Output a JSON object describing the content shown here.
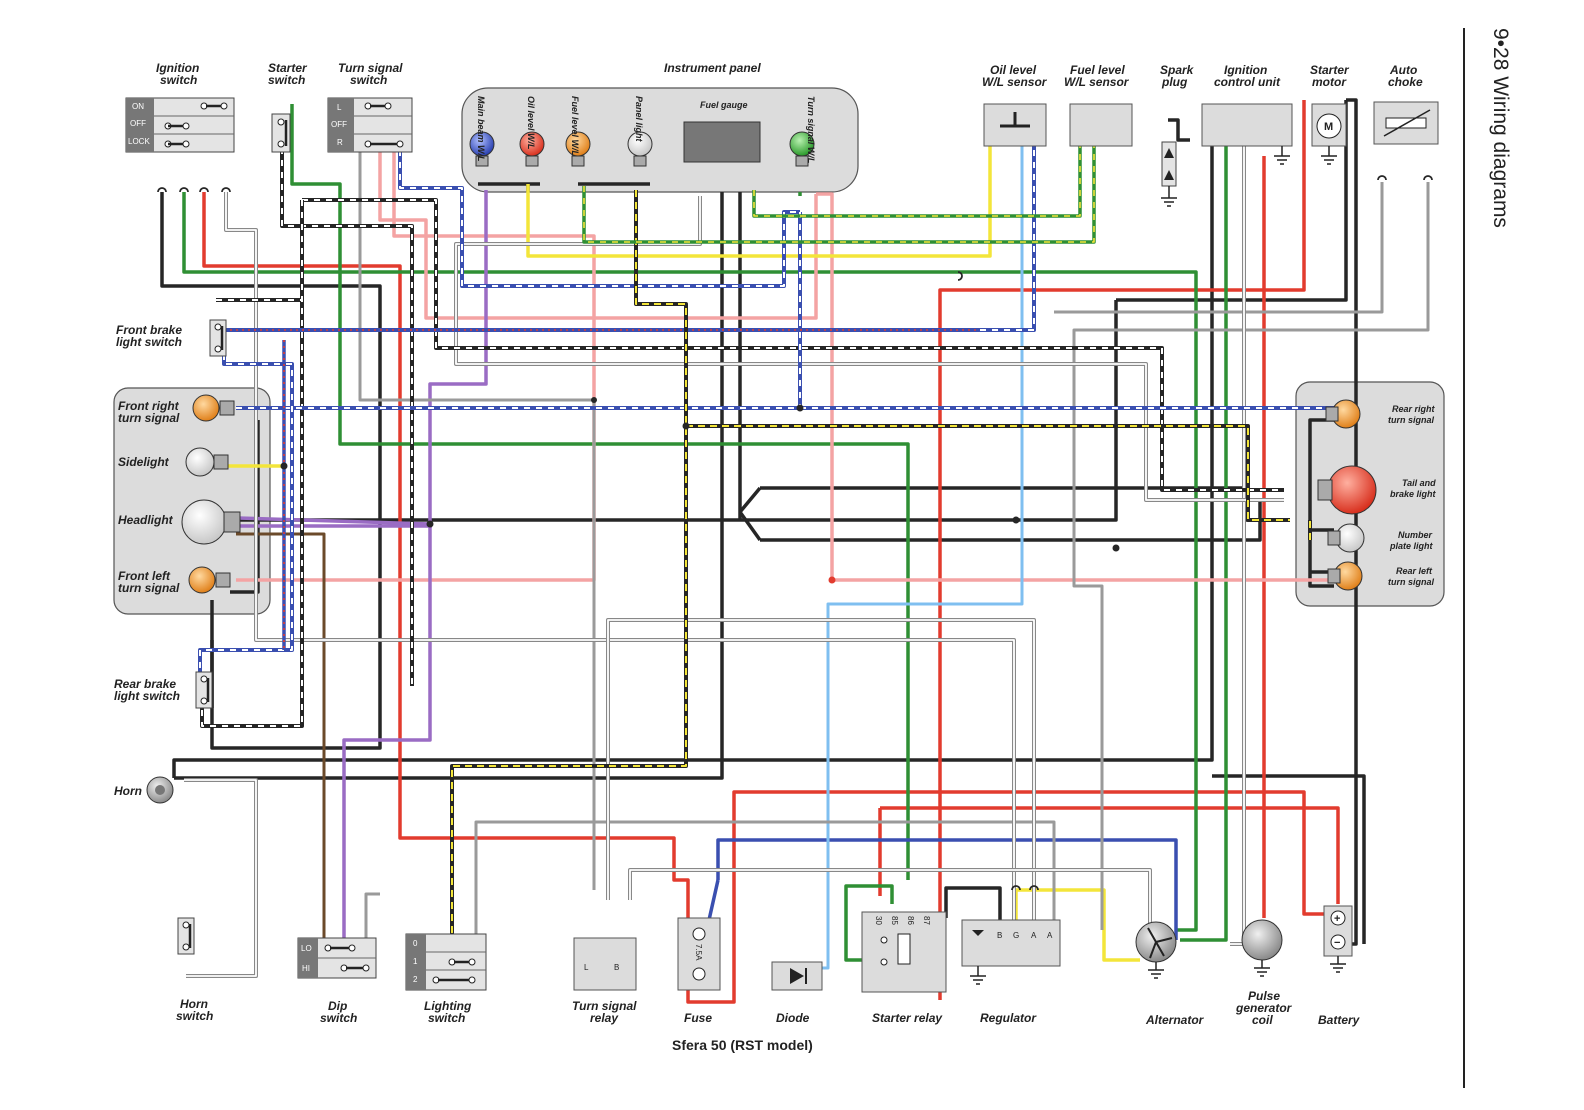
{
  "header": {
    "page_ref": "9•28 Wiring diagrams"
  },
  "diagram_title": "Sfera 50 (RST model)",
  "components": {
    "ignition_switch": {
      "label": [
        "Ignition",
        "switch"
      ],
      "positions": [
        "ON",
        "OFF",
        "LOCK"
      ]
    },
    "starter_switch": {
      "label": [
        "Starter",
        "switch"
      ]
    },
    "turn_signal_switch": {
      "label": [
        "Turn signal",
        "switch"
      ],
      "positions": [
        "L",
        "OFF",
        "R"
      ]
    },
    "instrument_panel": {
      "label": "Instrument panel",
      "lamps": [
        "Main beam W/L",
        "Oil level W/L",
        "Fuel level W/L",
        "Panel light",
        "Fuel gauge",
        "Turn signal W/L"
      ]
    },
    "oil_sensor": {
      "label": [
        "Oil level",
        "W/L sensor"
      ]
    },
    "fuel_sensor": {
      "label": [
        "Fuel level",
        "W/L sensor"
      ]
    },
    "spark_plug": {
      "label": [
        "Spark",
        "plug"
      ]
    },
    "icu": {
      "label": [
        "Ignition",
        "control unit"
      ]
    },
    "starter_motor": {
      "label": [
        "Starter",
        "motor"
      ],
      "symbol": "M"
    },
    "auto_choke": {
      "label": [
        "Auto",
        "choke"
      ]
    },
    "front_brake": {
      "label": [
        "Front brake",
        "light switch"
      ]
    },
    "front_right": {
      "label": [
        "Front right",
        "turn signal"
      ]
    },
    "sidelight": {
      "label": "Sidelight"
    },
    "headlight": {
      "label": "Headlight"
    },
    "front_left": {
      "label": [
        "Front left",
        "turn signal"
      ]
    },
    "rear_brake": {
      "label": [
        "Rear brake",
        "light switch"
      ]
    },
    "horn": {
      "label": "Horn"
    },
    "rear_right": {
      "label": [
        "Rear right",
        "turn signal"
      ]
    },
    "tail_light": {
      "label": [
        "Tail and",
        "brake light"
      ]
    },
    "number_plate": {
      "label": [
        "Number",
        "plate light"
      ]
    },
    "rear_left": {
      "label": [
        "Rear left",
        "turn signal"
      ]
    },
    "horn_switch": {
      "label": [
        "Horn",
        "switch"
      ]
    },
    "dip_switch": {
      "label": [
        "Dip",
        "switch"
      ],
      "positions": [
        "LO",
        "HI"
      ]
    },
    "lighting_switch": {
      "label": [
        "Lighting",
        "switch"
      ],
      "positions": [
        "0",
        "1",
        "2"
      ]
    },
    "turn_relay": {
      "label": [
        "Turn signal",
        "relay"
      ],
      "terminals": [
        "L",
        "B"
      ]
    },
    "fuse": {
      "label": "Fuse",
      "rating": "7.5A"
    },
    "diode": {
      "label": "Diode"
    },
    "starter_relay": {
      "label": "Starter relay",
      "terminals": [
        "30",
        "85",
        "86",
        "87"
      ]
    },
    "regulator": {
      "label": "Regulator",
      "terminals": [
        "B",
        "G",
        "A",
        "A"
      ]
    },
    "alternator": {
      "label": "Alternator"
    },
    "pulse_coil": {
      "label": [
        "Pulse",
        "generator",
        "coil"
      ]
    },
    "battery": {
      "label": "Battery",
      "terminals": [
        "+",
        "−"
      ]
    }
  },
  "colors": {
    "black": "#262626",
    "red": "#e23b2e",
    "green": "#2f8f34",
    "blue": "#3a4fb0",
    "yellow": "#f3e53a",
    "pink": "#f4a3a3",
    "violet": "#9a6cc4",
    "brown": "#6b4a2a",
    "grey": "#9a9a9a",
    "lightblue": "#7fbff0",
    "panel": "#dcdcdc",
    "orange": "#e88a1c",
    "white": "#ffffff"
  }
}
